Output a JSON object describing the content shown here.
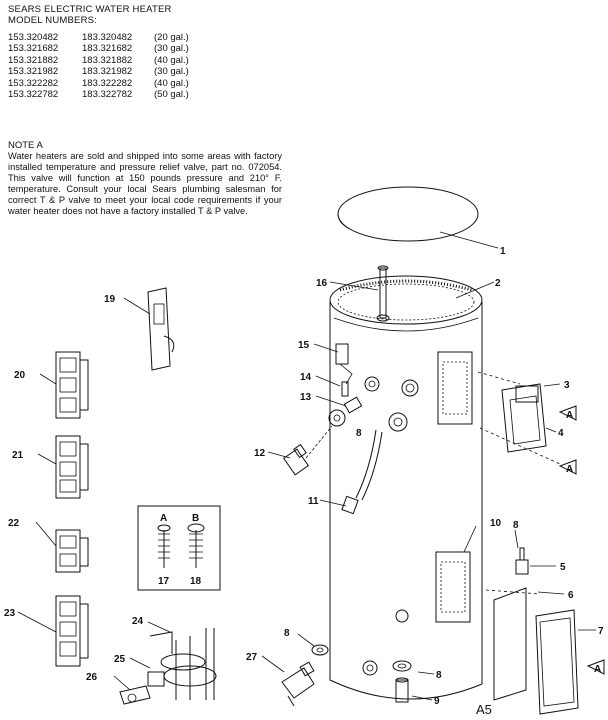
{
  "header": {
    "line1": "SEARS ELECTRIC WATER HEATER",
    "line2": "MODEL NUMBERS:"
  },
  "models": [
    {
      "a": "153.320482",
      "b": "183.320482",
      "size": "(20 gal.)"
    },
    {
      "a": "153.321682",
      "b": "183.321682",
      "size": "(30 gal.)"
    },
    {
      "a": "153.321882",
      "b": "183.321882",
      "size": "(40 gal.)"
    },
    {
      "a": "153.321982",
      "b": "183.321982",
      "size": "(30 gal.)"
    },
    {
      "a": "153.322282",
      "b": "183.322282",
      "size": "(40 gal.)"
    },
    {
      "a": "153.322782",
      "b": "183.322782",
      "size": "(50 gal.)"
    }
  ],
  "note": {
    "title": "NOTE A",
    "body": "Water heaters are sold and shipped into some areas with factory installed temperature and pressure relief valve, part no. 072054. This valve will function at 150 pounds pressure and 210° F. temperature. Consult your local Sears plumbing salesman for correct T & P valve to meet your local code requirements if your water heater does not have a factory installed T & P valve."
  },
  "diagram": {
    "callouts": {
      "p1": "1",
      "p2": "2",
      "p3": "3",
      "p4": "4",
      "p5": "5",
      "p6": "6",
      "p7": "7",
      "p8a": "8",
      "p8b": "8",
      "p8c": "8",
      "p8d": "8",
      "p9": "9",
      "p10": "10",
      "p11": "11",
      "p12": "12",
      "p13": "13",
      "p14": "14",
      "p15": "15",
      "p16": "16",
      "p19": "19",
      "p20": "20",
      "p21": "21",
      "p22": "22",
      "p23": "23",
      "p24": "24",
      "p25": "25",
      "p26": "26",
      "p27": "27",
      "screwA": "A",
      "screwB": "B",
      "p17": "17",
      "p18": "18",
      "refA1": "A",
      "refA2": "A",
      "refA3": "A"
    },
    "corner_mark": "A5"
  }
}
